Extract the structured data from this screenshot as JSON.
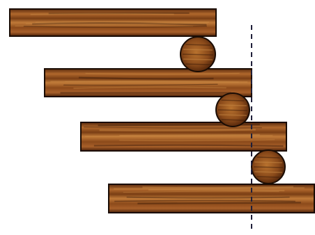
{
  "diagram": {
    "caption": "",
    "wood": {
      "base": "#8a4a1a",
      "dark": "#3a1a08",
      "light": "#c98a45",
      "outline": "#1a0c04"
    },
    "reference_line_color": "#1f1f3a",
    "planks": [
      {
        "name": "plank-1"
      },
      {
        "name": "plank-2"
      },
      {
        "name": "plank-3"
      },
      {
        "name": "plank-4"
      }
    ],
    "rollers": [
      {
        "name": "roller-1"
      },
      {
        "name": "roller-2"
      },
      {
        "name": "roller-3"
      }
    ]
  }
}
